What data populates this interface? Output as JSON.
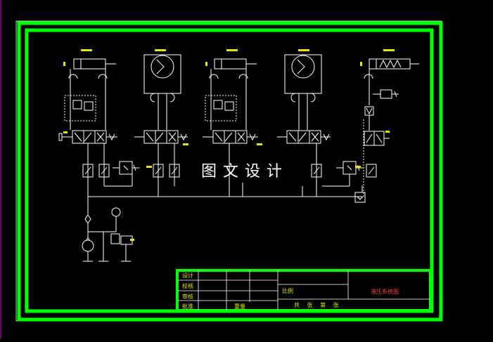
{
  "watermark": "图文设计",
  "title_block": {
    "left_labels": [
      "设计",
      "校核",
      "审核",
      "批准"
    ],
    "scale_label": "比例",
    "drawing_name": "液压系统图",
    "bottom_center": "共 张 第 张",
    "bottom_left_small": "重量"
  },
  "colors": {
    "background": "#000000",
    "frame": "#00ff00",
    "lines": "#ffffff",
    "title_text": "#e6e600",
    "title_red": "#ff4a4a",
    "left_edge": "#cc00cc"
  }
}
